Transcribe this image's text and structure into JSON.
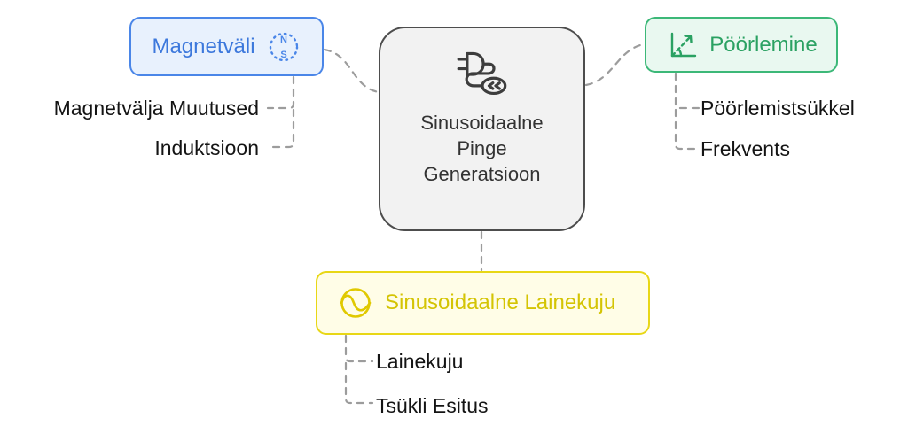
{
  "diagram": {
    "connector_color": "#9c9c9c",
    "background": "#ffffff"
  },
  "center_node": {
    "line1": "Sinusoidaalne",
    "line2": "Pinge",
    "line3": "Generatsioon",
    "icon": "plug-icon",
    "fill": "#f2f2f2",
    "border": "#4d4d4d",
    "text_color": "#333333"
  },
  "magnet_node": {
    "label": "Magnetväli",
    "icon": "compass-icon",
    "compass_north": "N",
    "compass_south": "S",
    "fill": "#e8f1fd",
    "border": "#4a86e8",
    "text_color": "#3c78dc",
    "child1": "Magnetvälja Muutused",
    "child2": "Induktsioon"
  },
  "rotation_node": {
    "label": "Pöörlemine",
    "icon": "rotation-angle-icon",
    "fill": "#e9f8f0",
    "border": "#3cb878",
    "text_color": "#2aa162",
    "child1": "Pöörlemistsükkel",
    "child2": "Frekvents"
  },
  "wave_node": {
    "label": "Sinusoidaalne Lainekuju",
    "icon": "sine-wave-icon",
    "fill": "#fffde7",
    "border": "#e8d716",
    "text_color": "#d4c404",
    "child1": "Lainekuju",
    "child2": "Tsükli Esitus"
  }
}
